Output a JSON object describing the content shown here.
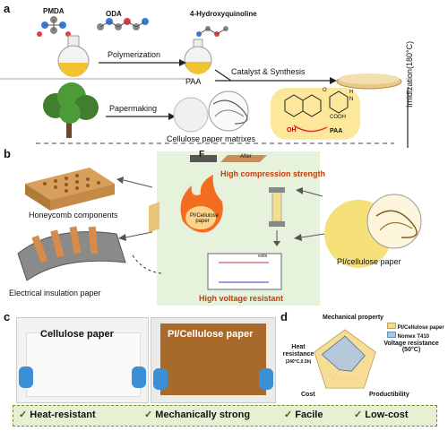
{
  "panel_labels": {
    "a": "a",
    "b": "b",
    "c": "c",
    "d": "d"
  },
  "panel_a": {
    "pmda": "PMDA",
    "oda": "ODA",
    "hydroxyquinoline": "4-Hydroxyquinoline",
    "polymerization": "Polymerization",
    "paa": "PAA",
    "catalyst_synthesis": "Catalyst & Synthesis",
    "papermaking": "Papermaking",
    "cellulose_matrices": "Cellulose paper matrixes",
    "imidization": "Imidization(180°C)",
    "chem_oh": "OH",
    "chem_paa": "PAA",
    "chem_cooh": "COOH",
    "chem_o": "O",
    "chem_n": "N",
    "chem_h": "H"
  },
  "panel_b": {
    "honeycomb": "Honeycomb components",
    "electrical": "Electrical insulation paper",
    "pi_cellulose": "PI/cellulose paper",
    "f_label": "F",
    "after_label": "After",
    "compression": "High compression strength",
    "voltage": "High voltage resistant",
    "flame_label_1": "PI/Cellulose",
    "flame_label_2": "paper",
    "volts": "volts"
  },
  "panel_c": {
    "photo_left": "Cellulose paper",
    "photo_right": "PI/Cellulose paper"
  },
  "panel_d": {
    "axes": {
      "top": "Mechanical property",
      "right": "Voltage resistance (50°C)",
      "bottom_right": "Productibility",
      "bottom_left": "Cost",
      "left_1": "Heat",
      "left_2": "resistance",
      "left_3": "(240°C,0.5h)"
    },
    "legend": {
      "s1": "PI/Cellulose paper",
      "s2": "Nomex T410"
    },
    "colors": {
      "pi": "#f6d98a",
      "nomex": "#a9c6e8"
    }
  },
  "banner": {
    "check": "✓",
    "items": [
      "Heat-resistant",
      "Mechanically strong",
      "Facile",
      "Low-cost"
    ]
  },
  "chart_data": {
    "type": "radar",
    "axes": [
      "Mechanical property",
      "Voltage resistance (50°C)",
      "Productibility",
      "Cost",
      "Heat resistance (240°C,0.5h)"
    ],
    "series": [
      {
        "name": "PI/Cellulose paper",
        "values": [
          1.0,
          1.0,
          1.0,
          1.0,
          1.0
        ]
      },
      {
        "name": "Nomex T410",
        "values": [
          0.8,
          0.65,
          0.35,
          0.3,
          0.75
        ]
      }
    ],
    "range": [
      0,
      1
    ]
  }
}
